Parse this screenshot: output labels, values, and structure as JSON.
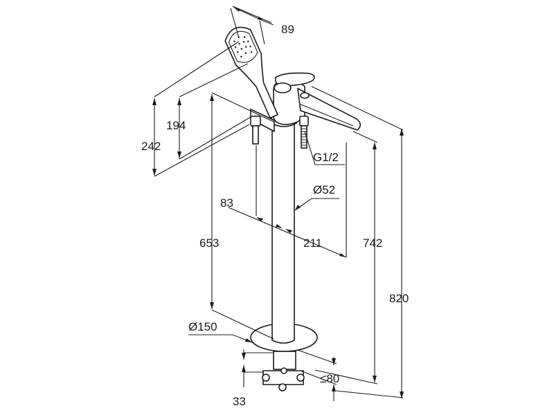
{
  "dimensions": {
    "hand_shower_width": "89",
    "hand_shower_height_outer": "242",
    "hand_shower_height_inner": "194",
    "connection_thread": "G1/2",
    "column_diameter": "Ø52",
    "hose_offset": "83",
    "spout_projection": "211",
    "holder_height": "653",
    "spout_height": "742",
    "total_height": "820",
    "base_diameter": "Ø150",
    "installation_depth": "≤80",
    "mounting_offset": "33"
  }
}
